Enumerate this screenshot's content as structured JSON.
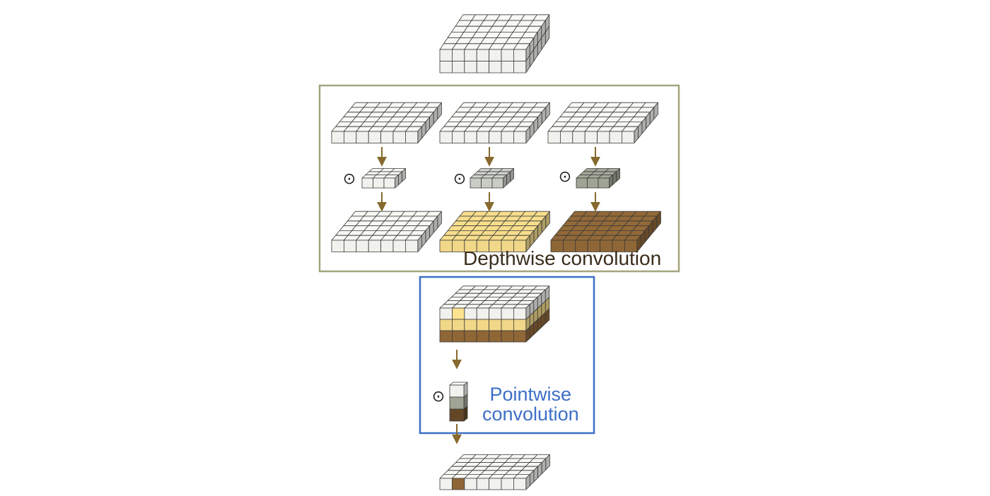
{
  "depthwise": {
    "label": "Depthwise convolution",
    "border_color": "#a4a57e",
    "text_color": "#3a2d1c"
  },
  "pointwise": {
    "label_line1": "Pointwise",
    "label_line2": "convolution",
    "border_color": "#3d6fc6",
    "text_color": "#3d6fc6"
  },
  "operator_symbol": "⊙",
  "colors": {
    "cube_light": "#f1f1ed",
    "cube_gray": "#c9ccc4",
    "cube_dark": "#9fa494",
    "yellow": "#f1d888",
    "brown": "#8f6636",
    "arrow": "#86692e",
    "grid_line": "#3a3a3a"
  }
}
